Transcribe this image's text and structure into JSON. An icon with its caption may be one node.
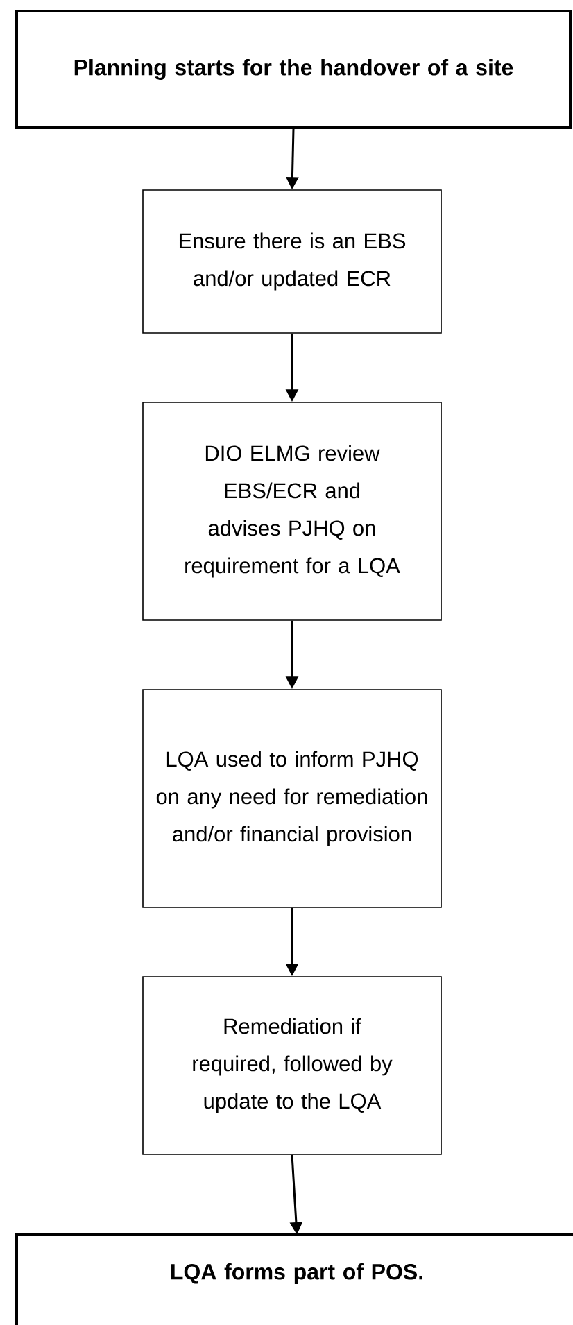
{
  "diagram": {
    "nodes": [
      {
        "text": [
          "Planning starts for the handover of a site"
        ]
      },
      {
        "text": [
          "Ensure there is an EBS and/or updated ECR"
        ]
      },
      {
        "text": [
          "DIO ELMG review EBS/ECR and advises PJHQ on requirement for a LQA"
        ]
      },
      {
        "text": [
          "LQA used to inform PJHQ on any need for remediation and/or financial provision"
        ]
      },
      {
        "text": [
          "Remediation if required, followed by update to the LQA"
        ]
      },
      {
        "text": [
          "LQA forms part of POS."
        ]
      }
    ],
    "edges": [
      {
        "from": 0,
        "to": 1,
        "arrow": "to"
      },
      {
        "from": 1,
        "to": 2,
        "arrow": "to"
      },
      {
        "from": 2,
        "to": 3,
        "arrow": "to"
      },
      {
        "from": 3,
        "to": 4,
        "arrow": "to"
      },
      {
        "from": 4,
        "to": 5,
        "arrow": "to"
      }
    ]
  }
}
